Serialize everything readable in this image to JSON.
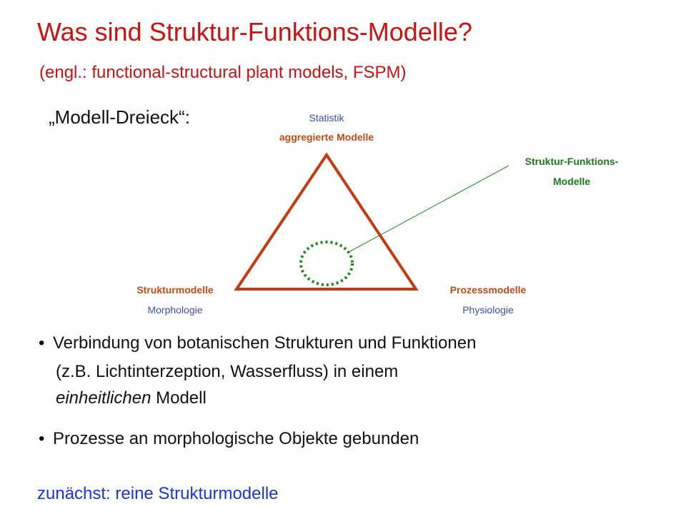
{
  "title": "Was sind Struktur-Funktions-Modelle?",
  "subtitle": "(engl.: functional-structural plant models, FSPM)",
  "diagram": {
    "heading": "„Modell-Dreieck“:",
    "top": {
      "line1": "Statistik",
      "line2": "aggregierte Modelle"
    },
    "left": {
      "line1": "Strukturmodelle",
      "line2": "Morphologie"
    },
    "right": {
      "line1": "Prozessmodelle",
      "line2": "Physiologie"
    },
    "fsm": {
      "line1": "Struktur-Funktions-",
      "line2": "Modelle"
    },
    "colors": {
      "triangle": "#c43a12",
      "fsm": "#1a8a1a"
    }
  },
  "bullets": [
    {
      "marker": "•",
      "line1": "Verbindung von botanischen Strukturen und Funktionen",
      "line2": "(z.B. Lichtinterzeption, Wasserfluss) in einem",
      "line3_italic": "einheitlichen",
      "line3_rest": " Modell"
    },
    {
      "marker": "•",
      "line1": "Prozesse an morphologische Objekte gebunden"
    }
  ],
  "bottom_note": "zunächst: reine Strukturmodelle"
}
